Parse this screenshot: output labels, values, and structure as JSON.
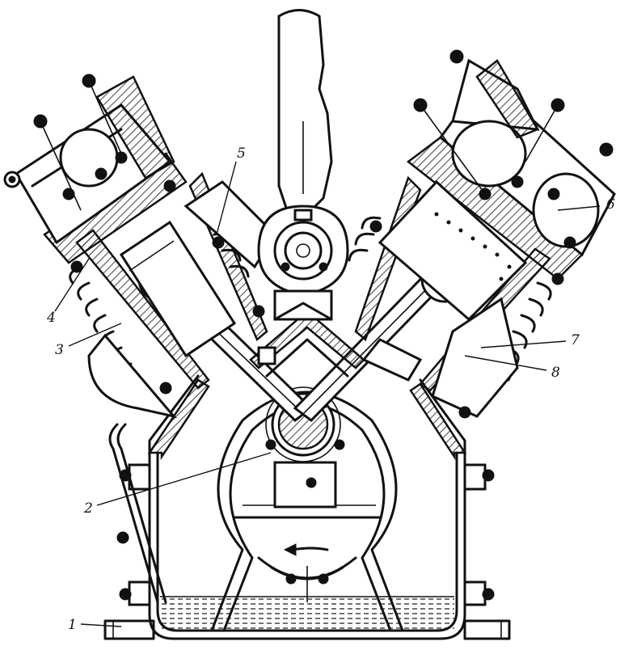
{
  "diagram": {
    "kind": "engine-cross-section",
    "callouts": [
      {
        "id": "1",
        "label": "1"
      },
      {
        "id": "2",
        "label": "2"
      },
      {
        "id": "3",
        "label": "3"
      },
      {
        "id": "4",
        "label": "4"
      },
      {
        "id": "5",
        "label": "5"
      },
      {
        "id": "6",
        "label": "6"
      },
      {
        "id": "7",
        "label": "7"
      },
      {
        "id": "8",
        "label": "8"
      }
    ]
  },
  "colors": {
    "ink": "#111111",
    "paper": "#ffffff"
  }
}
